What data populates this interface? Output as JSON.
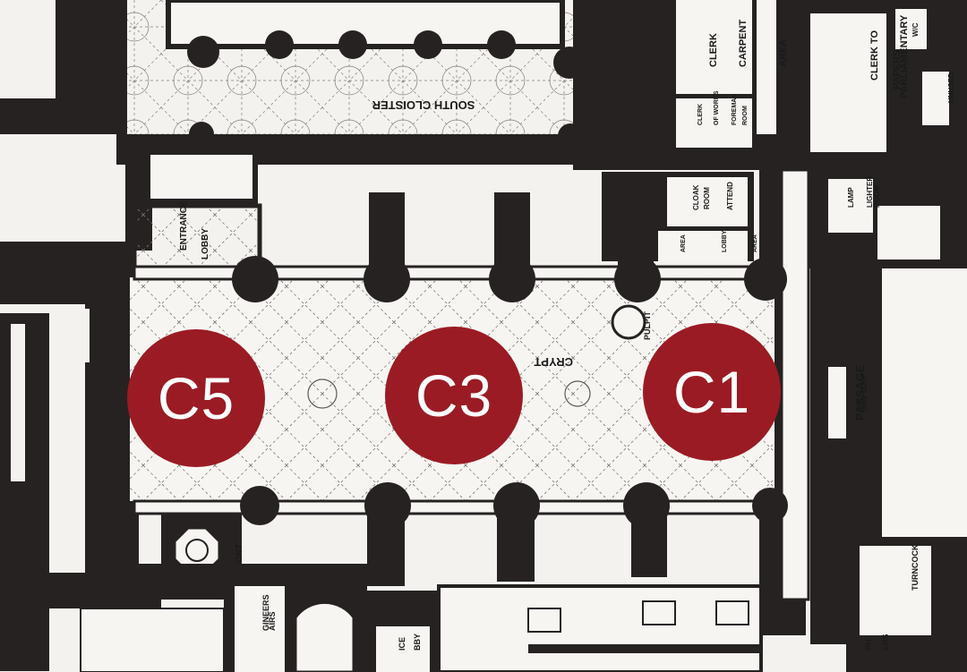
{
  "colors": {
    "marker": "#9b1b24",
    "wall": "#262222",
    "paper": "#f4f2ee"
  },
  "markers": [
    {
      "id": "C5",
      "label": "C5"
    },
    {
      "id": "C3",
      "label": "C3"
    },
    {
      "id": "C1",
      "label": "C1"
    }
  ],
  "plan_labels": {
    "south_cloister": "SOUTH CLOISTER",
    "clerk_works_carpenter": [
      "CLERK",
      "CARPENT"
    ],
    "area_top": "AREA",
    "clerk_parliamentary_papers": [
      "CLERK TO",
      "PARLIAMENTARY",
      "PAPERS"
    ],
    "wc": "W/C",
    "unused": "UNUSED",
    "clerk_of_works_foreman_room": [
      "CLERK",
      "OF WORKS",
      "FOREMAN",
      "ROOM"
    ],
    "cloak_room_attendant": [
      "CLOAK",
      "ROOM",
      "ATTEND"
    ],
    "lamp_lighter_room": [
      "LAMP",
      "LIGHTER",
      "ROOM"
    ],
    "entrance": "ENTRANCE",
    "lobby_left": "LOBBY",
    "area_small_1": "AREA",
    "lobby_mid": "LOBBY",
    "area_small_2": "AREA",
    "pulpit": "PULPIT",
    "crypt": "CRYPT",
    "passage": "PASSAGE",
    "saw_dust_bin": [
      "SAW DUST",
      "BIN"
    ],
    "font": "FONT",
    "turncock": "TURNCOCK",
    "engineers_stairs": [
      "GINEERS",
      "AIRS"
    ],
    "office_lobby": [
      "ICE",
      "BBY"
    ],
    "ph_ers": [
      "PH",
      "ERS"
    ]
  }
}
